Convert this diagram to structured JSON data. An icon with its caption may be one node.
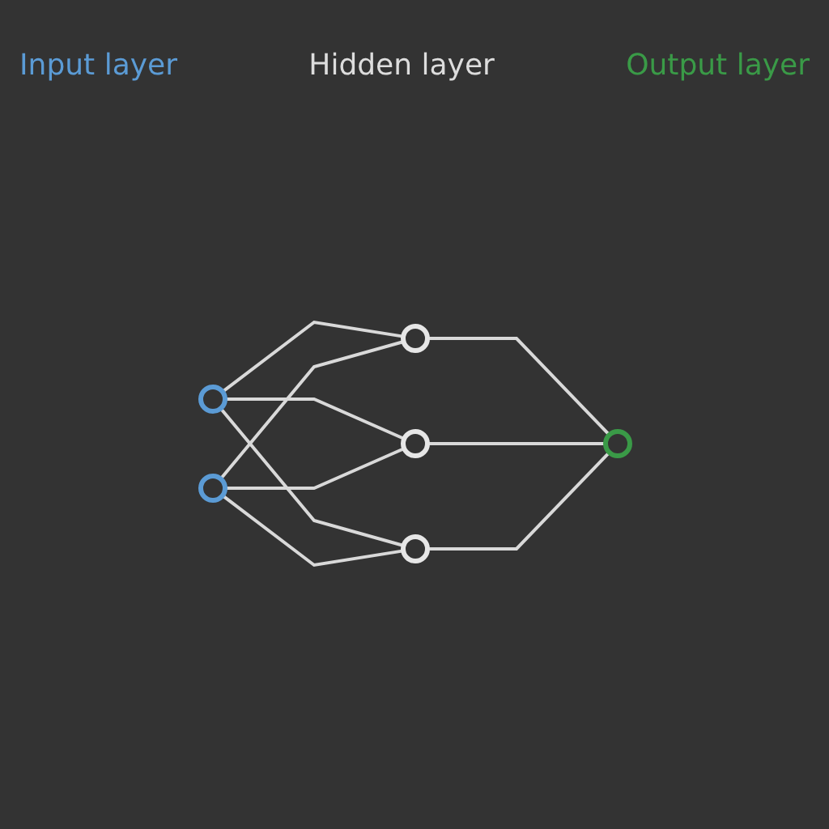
{
  "diagram": {
    "nodes": [
      {
        "text": [],
        "shape": "circle"
      },
      {
        "text": [],
        "shape": "circle"
      },
      {
        "text": [],
        "shape": "circle"
      },
      {
        "text": [],
        "shape": "circle"
      },
      {
        "text": [],
        "shape": "circle"
      },
      {
        "text": [],
        "shape": "circle"
      }
    ],
    "edges": [
      {
        "from": 0,
        "to": 2,
        "arrow": "none"
      },
      {
        "from": 0,
        "to": 3,
        "arrow": "none"
      },
      {
        "from": 0,
        "to": 4,
        "arrow": "none"
      },
      {
        "from": 1,
        "to": 2,
        "arrow": "none"
      },
      {
        "from": 1,
        "to": 3,
        "arrow": "none"
      },
      {
        "from": 1,
        "to": 4,
        "arrow": "none"
      },
      {
        "from": 2,
        "to": 5,
        "arrow": "none"
      },
      {
        "from": 3,
        "to": 5,
        "arrow": "none"
      },
      {
        "from": 4,
        "to": 5,
        "arrow": "none"
      }
    ],
    "labels": [
      "Input layer",
      "Hidden layer",
      "Output layer"
    ]
  }
}
